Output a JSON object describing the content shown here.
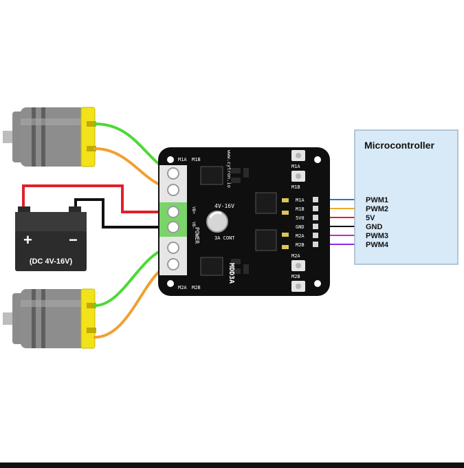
{
  "microcontroller": {
    "title": "Microcontroller",
    "pins": [
      {
        "label": "PWM1",
        "color": "#2f6fd6"
      },
      {
        "label": "PWM2",
        "color": "#f0a92a"
      },
      {
        "label": "5V",
        "color": "#e0202a"
      },
      {
        "label": "GND",
        "color": "#111111"
      },
      {
        "label": "PWM3",
        "color": "#d21fd2"
      },
      {
        "label": "PWM4",
        "color": "#8a2be2"
      }
    ]
  },
  "battery": {
    "plus": "+",
    "minus": "−",
    "range": "(DC 4V-16V)"
  },
  "board": {
    "left_header": [
      "M1A",
      "M1B"
    ],
    "right_header": [
      "M1A",
      "M1B",
      "5V0",
      "GND",
      "M2A",
      "M2B"
    ],
    "power_label": "POWER",
    "vb_plus": "VB+",
    "vb_minus": "VB-",
    "voltage": "4V-16V",
    "current": "3A CONT",
    "brand": "MDD3A",
    "site": "www.cytron.io",
    "top_labels": [
      "M1A",
      "M1B"
    ],
    "bottom_labels": [
      "M2A",
      "M2B"
    ],
    "btn_labels": [
      "M1A",
      "M1B",
      "M2A",
      "M2B"
    ]
  },
  "colors": {
    "wire_green": "#4cd936",
    "wire_orange": "#f0a030",
    "wire_red": "#e0202a",
    "wire_black": "#111111",
    "pcb": "#0f0f0f",
    "terminal": "#7bd36a",
    "mcu_fill": "#d8eaf7"
  }
}
